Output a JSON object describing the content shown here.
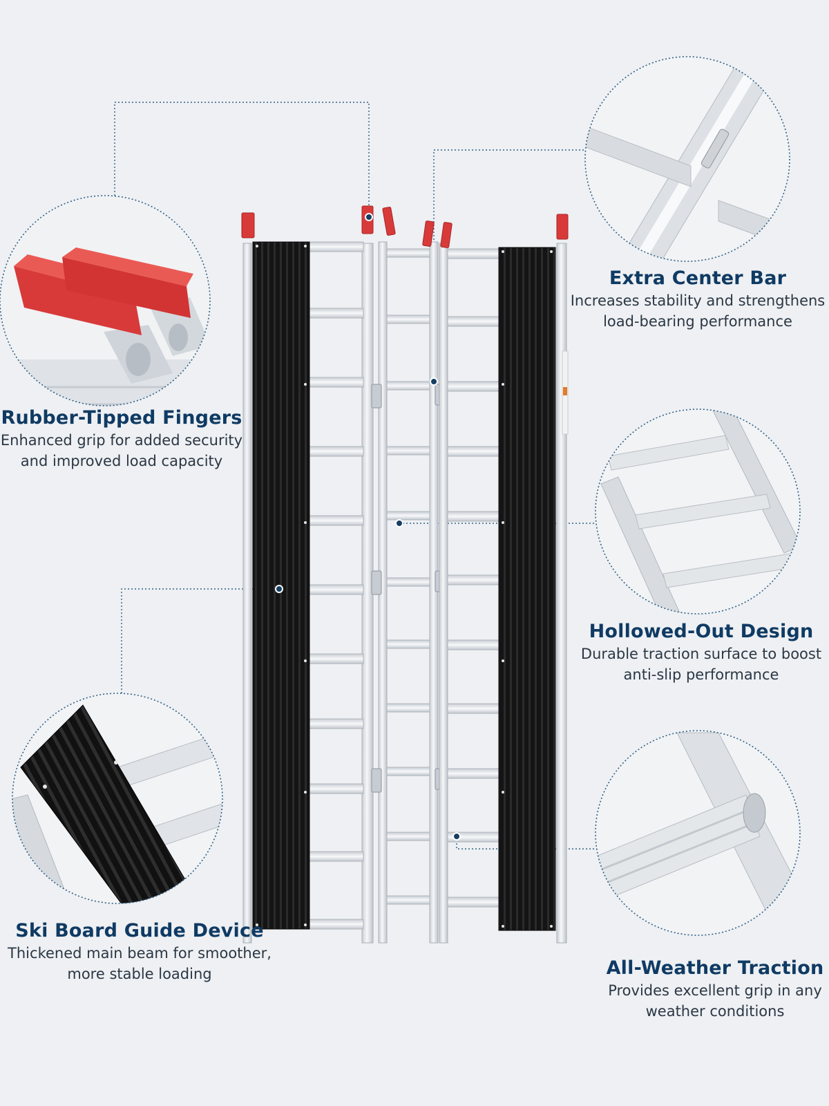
{
  "features": {
    "rubber_fingers": {
      "title": "Rubber-Tipped Fingers",
      "desc_line1": "Enhanced grip for added security",
      "desc_line2": "and improved load capacity"
    },
    "center_bar": {
      "title": "Extra Center Bar",
      "desc_line1": "Increases stability and strengthens",
      "desc_line2": "load-bearing performance"
    },
    "hollowed_out": {
      "title": "Hollowed-Out Design",
      "desc_line1": "Durable traction surface to boost",
      "desc_line2": "anti-slip performance"
    },
    "ski_board": {
      "title": "Ski Board Guide Device",
      "desc_line1": "Thickened main beam for smoother,",
      "desc_line2": "more stable loading"
    },
    "all_weather": {
      "title": "All-Weather Traction",
      "desc_line1": "Provides excellent grip in any",
      "desc_line2": "weather conditions"
    }
  },
  "colors": {
    "background": "#eef0f3",
    "title": "#0f3a63",
    "text": "#2b3744",
    "aluminum": "#d9dde2",
    "rubber_tip": "#d83a3a",
    "traction_mat": "#1a1a1a",
    "callout_line": "#2f5f86"
  }
}
